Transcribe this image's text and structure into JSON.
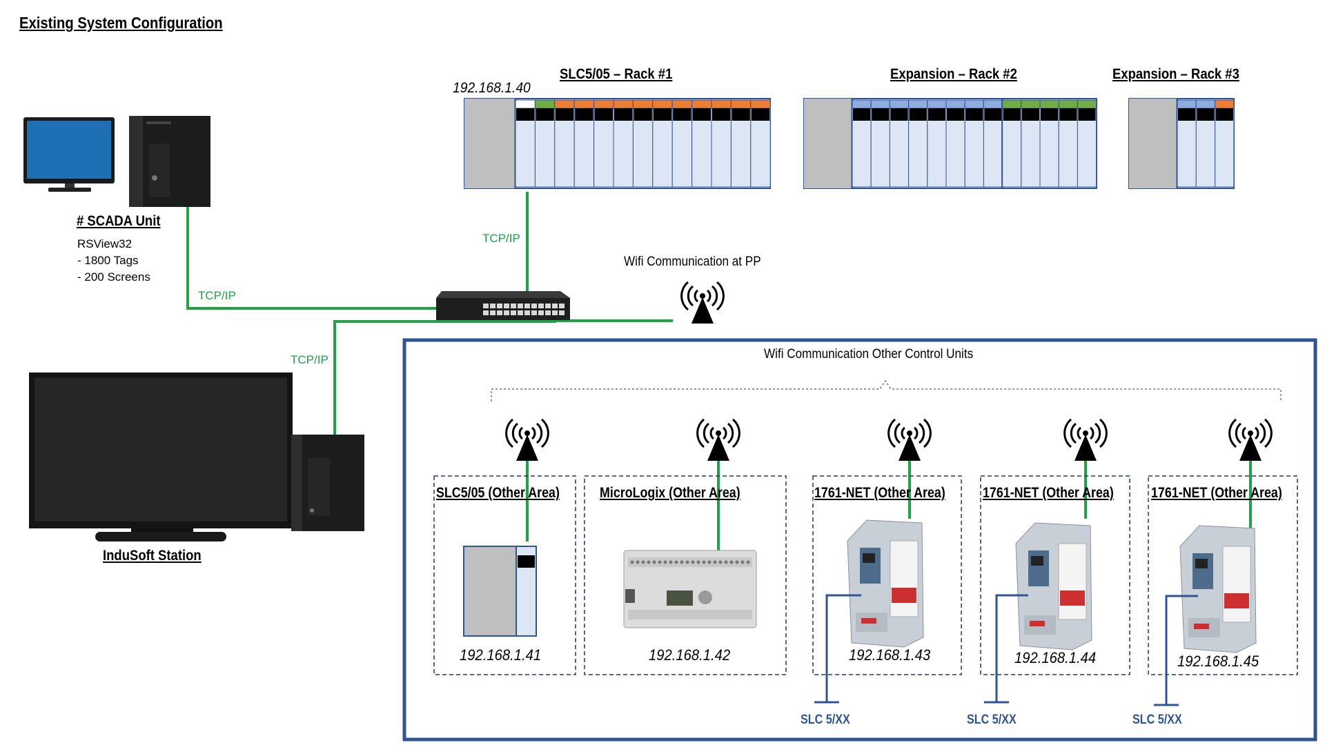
{
  "title": "Existing System Configuration",
  "racks": {
    "rack1": {
      "label": "SLC5/05 – Rack #1",
      "ip": "192.168.1.40"
    },
    "rack2": {
      "label": "Expansion – Rack #2"
    },
    "rack3": {
      "label": "Expansion – Rack #3"
    }
  },
  "scada": {
    "title": "# SCADA Unit",
    "software": "RSView32",
    "tags": "- 1800 Tags",
    "screens": "- 200 Screens"
  },
  "indusoft": {
    "title": "InduSoft Station"
  },
  "protocol_labels": [
    "TCP/IP",
    "TCP/IP",
    "TCP/IP"
  ],
  "wifi_pp": "Wifi Communication at PP",
  "wifi_other": "Wifi Communication Other Control Units",
  "units": [
    {
      "title": "SLC5/05 (Other Area)",
      "ip": "192.168.1.41"
    },
    {
      "title": "MicroLogix (Other Area)",
      "ip": "192.168.1.42"
    },
    {
      "title": "1761-NET (Other Area)",
      "ip": "192.168.1.43",
      "link": "SLC 5/XX"
    },
    {
      "title": "1761-NET (Other Area)",
      "ip": "192.168.1.44",
      "link": "SLC 5/XX"
    },
    {
      "title": "1761-NET (Other Area)",
      "ip": "192.168.1.45",
      "link": "SLC 5/XX"
    }
  ],
  "colors": {
    "network_line": "#1fa344",
    "frame_blue": "#2f5496",
    "rack_blue": "#8faadc",
    "rack_orange": "#ed7d31",
    "rack_green": "#70ad47",
    "rack_cream": "#dde6f4",
    "rack_gray": "#bfbfbf"
  }
}
